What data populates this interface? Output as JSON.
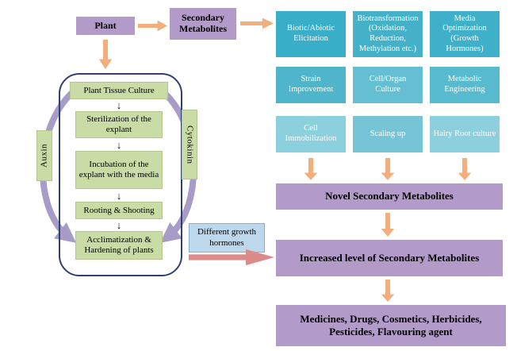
{
  "diagram": {
    "plant": "Plant",
    "secondary_metabolites": "Secondary Metabolites",
    "tissue_steps": [
      "Plant Tissue Culture",
      "Sterilization of the explant",
      "Incubation of the explant with the media",
      "Rooting & Shooting",
      "Acclimatization & Hardening of plants"
    ],
    "auxin": "Auxin",
    "cytokinin": "Cytokinin",
    "growth_hormones": "Different growth hormones",
    "grid": [
      "Biotic/Abiotic Elicitation",
      "Biotransformation (Oxidation, Reduction, Methylation etc.)",
      "Media Optimization (Growth Hormones)",
      "Strain Improvement",
      "Cell/Organ Culture",
      "Metabolic Engineering",
      "Cell Immobilization",
      "Scaling up",
      "Hairy Root culture"
    ],
    "novel": "Novel Secondary Metabolites",
    "increased": "Increased level of Secondary Metabolites",
    "final": "Medicines, Drugs, Cosmetics, Herbicides, Pesticides, Flavouring agent",
    "icons": {
      "down_arrow": "↓"
    },
    "colors": {
      "purple_box": "#b29bc9",
      "green_box": "#c9dca6",
      "teal_dark": "#38aec9",
      "teal_mid": "#58bace",
      "teal_light": "#8ccfdd",
      "orange_arrow": "#f3ae7c",
      "pink_arrow": "#dc8a8a",
      "curve_purple": "#a79bc7",
      "hormone_box": "#bdd7ec",
      "frame_border": "#33406e"
    }
  }
}
